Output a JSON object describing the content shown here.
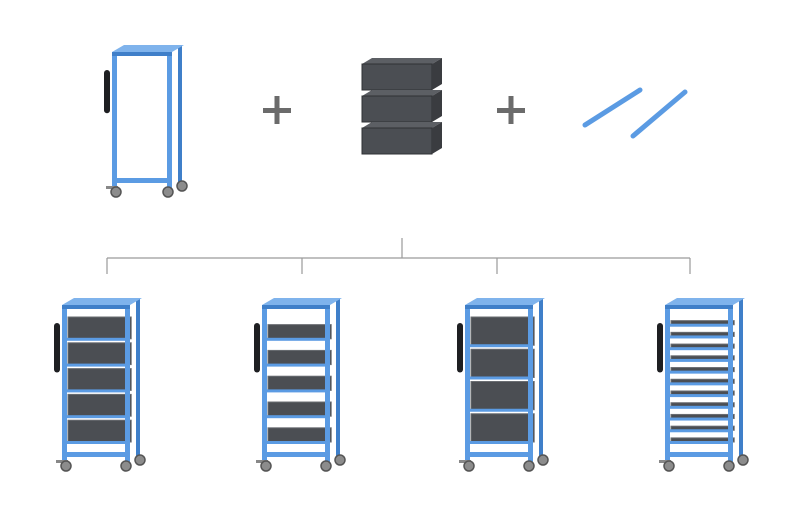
{
  "colors": {
    "frame_blue": "#5b9be3",
    "frame_blue_dark": "#3f7fc9",
    "crate_grey": "#4b4e53",
    "crate_grey_light": "#6a6d72",
    "handle_black": "#1e1f22",
    "plus_grey": "#6b6b6b",
    "line_grey": "#9a9a9a",
    "wheel_grey": "#8c8c8c"
  },
  "components": [
    {
      "name": "empty-cart-frame",
      "icon": "cart-frame-icon"
    },
    {
      "name": "stacked-crates",
      "icon": "crate-stack-icon",
      "count": 3
    },
    {
      "name": "support-rails",
      "icon": "rail-pair-icon",
      "count": 2
    }
  ],
  "operators": [
    "plus-icon",
    "plus-icon"
  ],
  "configurations": [
    {
      "name": "cart-config-5-crates",
      "levels": 5,
      "style": "crate"
    },
    {
      "name": "cart-config-5-trays",
      "levels": 5,
      "style": "tray"
    },
    {
      "name": "cart-config-4-tall-crates",
      "levels": 4,
      "style": "crate"
    },
    {
      "name": "cart-config-11-shallow-trays",
      "levels": 11,
      "style": "shallow"
    }
  ]
}
